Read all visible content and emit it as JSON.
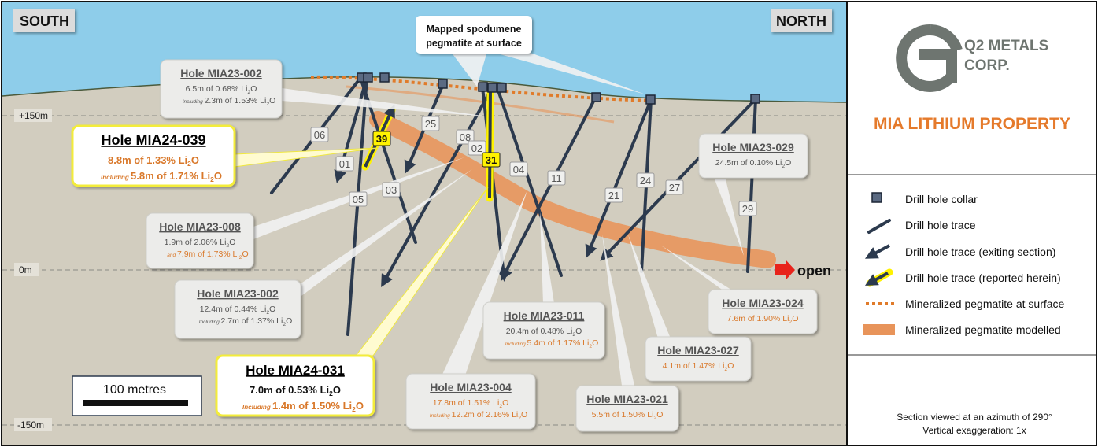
{
  "labels": {
    "south": "SOUTH",
    "north": "NORTH"
  },
  "elevations": [
    {
      "text": "+150m"
    },
    {
      "text": "0m"
    },
    {
      "text": "-150m"
    }
  ],
  "surface_callout": {
    "line1": "Mapped spodumene",
    "line2": "pegmatite at surface"
  },
  "open_label": "open",
  "scale_bar": {
    "label": "100 metres"
  },
  "logo": {
    "line1": "Q2 METALS",
    "line2": "CORP."
  },
  "property_title": "MIA LITHIUM PROPERTY",
  "legend": [
    {
      "label": "Drill hole collar",
      "icon": "collar-icon"
    },
    {
      "label": "Drill hole trace",
      "icon": "trace-icon"
    },
    {
      "label": "Drill hole trace (exiting section)",
      "icon": "arrow-trace-icon"
    },
    {
      "label": "Drill hole trace (reported herein)",
      "icon": "yellow-arrow-icon"
    },
    {
      "label": "Mineralized pegmatite at surface",
      "icon": "dotted-line-icon"
    },
    {
      "label": "Mineralized pegmatite modelled",
      "icon": "orange-band-icon"
    }
  ],
  "footer": {
    "line1": "Section viewed at an azimuth of 290°",
    "line2": "Vertical exaggeration: 1x"
  },
  "hole_numbers": [
    "06",
    "01",
    "05",
    "03",
    "39",
    "25",
    "08",
    "02",
    "31",
    "04",
    "11",
    "21",
    "24",
    "27",
    "29"
  ],
  "callouts": [
    {
      "title": "Hole MIA23-002",
      "lines": [
        {
          "pre": "",
          "text": "6.5m of 0.68% Li",
          "sub": "2",
          "post": "O"
        },
        {
          "pre": "Including",
          "text": "2.3m of 1.53% Li",
          "sub": "2",
          "post": "O"
        }
      ]
    },
    {
      "title": "Hole MIA24-039",
      "lines": [
        {
          "pre": "",
          "text": "8.8m of 1.33% Li",
          "sub": "2",
          "post": "O"
        },
        {
          "pre": "Including",
          "text": "5.8m of 1.71% Li",
          "sub": "2",
          "post": "O"
        }
      ]
    },
    {
      "title": "Hole MIA23-008",
      "lines": [
        {
          "pre": "",
          "text": "1.9m of 2.06% Li",
          "sub": "2",
          "post": "O"
        },
        {
          "pre": "and",
          "text": "7.9m of 1.73% Li",
          "sub": "2",
          "post": "O"
        }
      ]
    },
    {
      "title": "Hole MIA23-002",
      "lines": [
        {
          "pre": "",
          "text": "12.4m of 0.44% Li",
          "sub": "2",
          "post": "O"
        },
        {
          "pre": "Including",
          "text": "2.7m of 1.37% Li",
          "sub": "2",
          "post": "O"
        }
      ]
    },
    {
      "title": "Hole MIA24-031",
      "lines": [
        {
          "pre": "",
          "text": "7.0m of 0.53% Li",
          "sub": "2",
          "post": "O"
        },
        {
          "pre": "Including",
          "text": "1.4m of 1.50% Li",
          "sub": "2",
          "post": "O"
        }
      ]
    },
    {
      "title": "Hole MIA23-004",
      "lines": [
        {
          "pre": "",
          "text": "17.8m of 1.51% Li",
          "sub": "2",
          "post": "O"
        },
        {
          "pre": "Including",
          "text": "12.2m of 2.16% Li",
          "sub": "2",
          "post": "O"
        }
      ]
    },
    {
      "title": "Hole MIA23-011",
      "lines": [
        {
          "pre": "",
          "text": "20.4m of 0.48% Li",
          "sub": "2",
          "post": "O"
        },
        {
          "pre": "Including",
          "text": "5.4m of 1.17% Li",
          "sub": "2",
          "post": "O"
        }
      ]
    },
    {
      "title": "Hole MIA23-021",
      "lines": [
        {
          "pre": "",
          "text": "5.5m of 1.50% Li",
          "sub": "2",
          "post": "O"
        }
      ]
    },
    {
      "title": "Hole MIA23-027",
      "lines": [
        {
          "pre": "",
          "text": "4.1m of 1.47% Li",
          "sub": "2",
          "post": "O"
        }
      ]
    },
    {
      "title": "Hole MIA23-024",
      "lines": [
        {
          "pre": "",
          "text": "7.6m of 1.90% Li",
          "sub": "2",
          "post": "O"
        }
      ]
    },
    {
      "title": "Hole MIA23-029",
      "lines": [
        {
          "pre": "",
          "text": "24.5m of 0.10% Li",
          "sub": "2",
          "post": "O"
        }
      ]
    }
  ],
  "colors": {
    "sky": "#8ecdea",
    "ground": "#d2cdbf",
    "trace": "#2c3a4e",
    "pegmatite": "#e8945a",
    "surface_dots": "#e07b2a",
    "highlight": "#fff200",
    "grade_orange": "#d9782a",
    "title_orange": "#e57a2b",
    "logo_gray": "#6e7570"
  }
}
